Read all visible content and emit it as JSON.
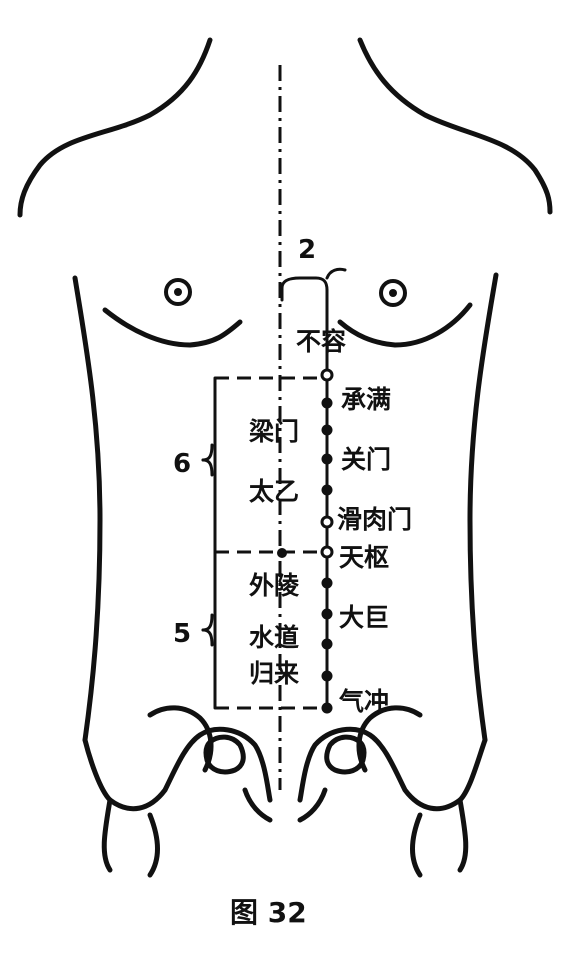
{
  "labels": {
    "burong": "不容",
    "chengman": "承满",
    "liangmen": "梁门",
    "guanmen": "关门",
    "taiyi": "太乙",
    "huaroumen": "滑肉门",
    "tianshu": "天枢",
    "wailing": "外陵",
    "daju": "大巨",
    "shuidao": "水道",
    "guilai": "归来",
    "qichong": "气冲"
  },
  "measures": {
    "width": "2",
    "upper": "6",
    "lower": "5"
  },
  "caption": "图 32"
}
